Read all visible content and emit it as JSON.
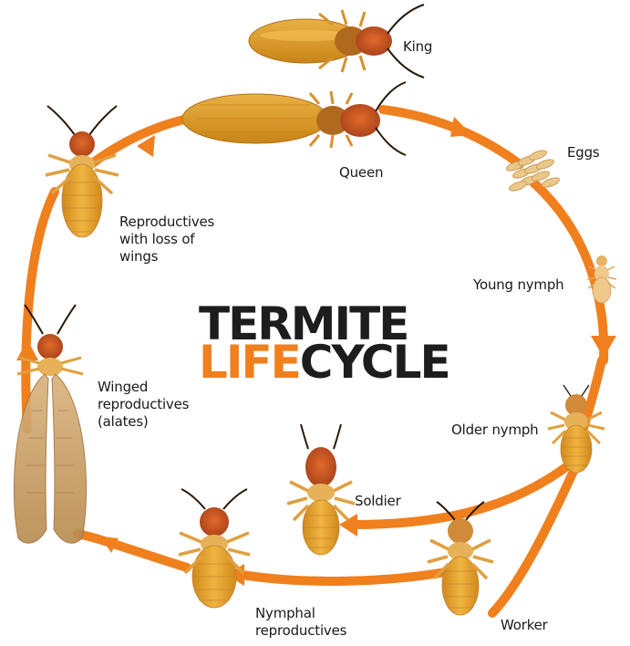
{
  "title": {
    "line1": "TERMITE",
    "line2_accent": "LIFE",
    "line2_rest": "CYCLE"
  },
  "stages": {
    "king": "King",
    "queen": "Queen",
    "eggs": "Eggs",
    "young_nymph": "Young nymph",
    "older_nymph": "Older nymph",
    "soldier": "Soldier",
    "worker": "Worker",
    "nymphal_reproductives": [
      "Nymphal",
      "reproductives"
    ],
    "winged_reproductives": [
      "Winged",
      "reproductives",
      "(alates)"
    ],
    "reproductives_loss_wings": [
      "Reproductives",
      "with loss of",
      "wings"
    ]
  },
  "colors": {
    "arrow": "#f07f1e",
    "title_dark": "#1d1d1d",
    "title_accent": "#f07f1e",
    "termite_body": "#e3a02a",
    "termite_head": "#c4501c",
    "wing": "#c8a066"
  }
}
